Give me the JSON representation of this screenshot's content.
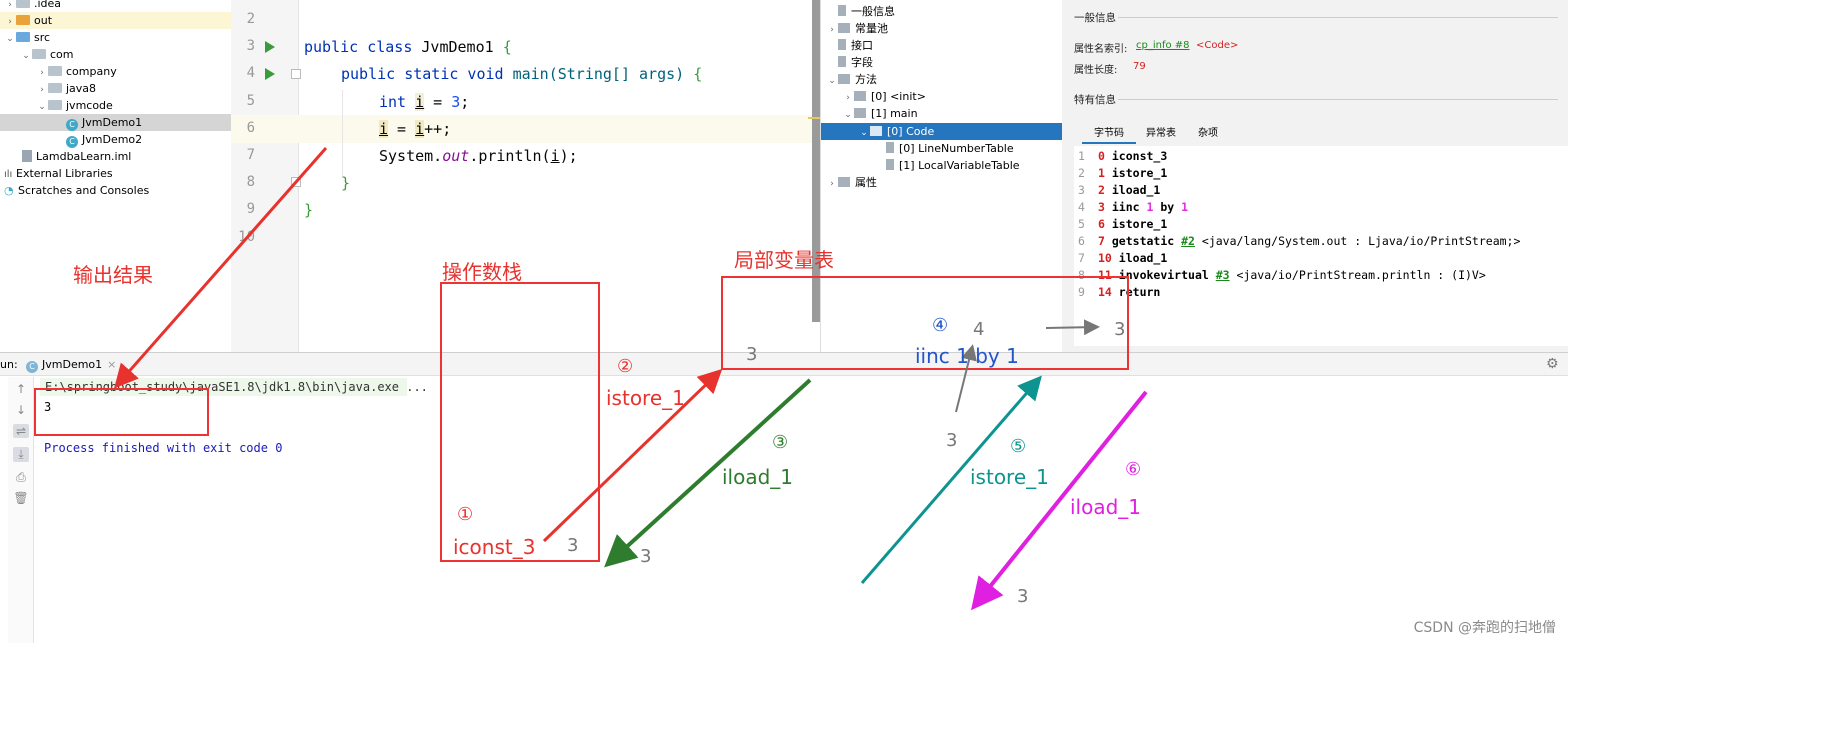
{
  "project_tree": {
    "items": [
      {
        "label": ".idea"
      },
      {
        "label": "out"
      },
      {
        "label": "src"
      },
      {
        "label": "com"
      },
      {
        "label": "company"
      },
      {
        "label": "java8"
      },
      {
        "label": "jvmcode"
      },
      {
        "label": "JvmDemo1",
        "selected": true
      },
      {
        "label": "JvmDemo2"
      },
      {
        "label": "LamdbaLearn.iml"
      },
      {
        "label": "External Libraries"
      },
      {
        "label": "Scratches and Consoles"
      }
    ]
  },
  "editor": {
    "line_numbers": [
      "2",
      "3",
      "4",
      "5",
      "6",
      "7",
      "8",
      "9",
      "10"
    ],
    "lines": {
      "l3_kw": "public class ",
      "l3_name": "JvmDemo1 ",
      "l3_brace": "{",
      "l4_kw": "public static void ",
      "l4_rest": "main(String[] args) ",
      "l4_brace": "{",
      "l5_kw": "int ",
      "l5_var": "i",
      "l5_eq": " = ",
      "l5_num": "3",
      "l5_end": ";",
      "l6_var": "i",
      "l6_eq": " = ",
      "l6_var2": "i",
      "l6_end": "++;",
      "l7_a": "System.",
      "l7_fld": "out",
      "l7_b": ".println(",
      "l7_var": "i",
      "l7_c": ");",
      "l8": "}",
      "l9": "}"
    }
  },
  "bytecode_tree": {
    "items": [
      {
        "label": "一般信息"
      },
      {
        "label": "常量池"
      },
      {
        "label": "接口"
      },
      {
        "label": "字段"
      },
      {
        "label": "方法"
      },
      {
        "label": "[0] <init>"
      },
      {
        "label": "[1] main"
      },
      {
        "label": "[0] Code",
        "selected": true
      },
      {
        "label": "[0] LineNumberTable"
      },
      {
        "label": "[1] LocalVariableTable"
      },
      {
        "label": "属性"
      }
    ]
  },
  "bytecode_panel": {
    "general_title": "一般信息",
    "attr_name_label": "属性名索引:",
    "attr_name_ref": "cp_info #8",
    "attr_name_value": "<Code>",
    "attr_len_label": "属性长度:",
    "attr_len_value": "79",
    "specific_title": "特有信息",
    "tabs": [
      "字节码",
      "异常表",
      "杂项"
    ],
    "lines": [
      {
        "ln": "1",
        "idx": "0",
        "op": "iconst_3",
        "args": ""
      },
      {
        "ln": "2",
        "idx": "1",
        "op": "istore_1",
        "args": ""
      },
      {
        "ln": "3",
        "idx": "2",
        "op": "iload_1",
        "args": ""
      },
      {
        "ln": "4",
        "idx": "3",
        "op": "iinc ",
        "a1": "1",
        "mid": " by ",
        "a2": "1"
      },
      {
        "ln": "5",
        "idx": "6",
        "op": "istore_1",
        "args": ""
      },
      {
        "ln": "6",
        "idx": "7",
        "op": "getstatic ",
        "ref": "#2",
        "args": " <java/lang/System.out : Ljava/io/PrintStream;>"
      },
      {
        "ln": "7",
        "idx": "10",
        "op": "iload_1",
        "args": ""
      },
      {
        "ln": "8",
        "idx": "11",
        "op": "invokevirtual ",
        "ref": "#3",
        "args": " <java/io/PrintStream.println : (I)V>"
      },
      {
        "ln": "9",
        "idx": "14",
        "op": "return",
        "args": ""
      }
    ]
  },
  "run_panel": {
    "label": "un:",
    "tab": "JvmDemo1",
    "command": "E:\\springboot_study\\javaSE1.8\\jdk1.8\\bin\\java.exe ...",
    "output": "3",
    "finished": "Process finished with exit code 0"
  },
  "annotations": {
    "output_result": "输出结果",
    "operand_stack": "操作数栈",
    "local_vars": "局部变量表",
    "c1": "①",
    "s1": "iconst_3",
    "v1": "3",
    "c2": "②",
    "s2": "istore_1",
    "v2": "3",
    "c3": "③",
    "s3": "iload_1",
    "v3": "3",
    "c4": "④",
    "s4": "iinc 1 by 1",
    "v4a": "3",
    "v4b": "4",
    "v4c": "3",
    "c5": "⑤",
    "s5": "istore_1",
    "c6": "⑥",
    "s6": "iload_1",
    "v6": "3",
    "colors": {
      "red": "#e8322d",
      "green": "#2e7d2e",
      "teal": "#0e9490",
      "blue": "#2255cc",
      "magenta": "#e020e0",
      "gray": "#777777"
    }
  },
  "watermark": "CSDN @奔跑的扫地僧"
}
